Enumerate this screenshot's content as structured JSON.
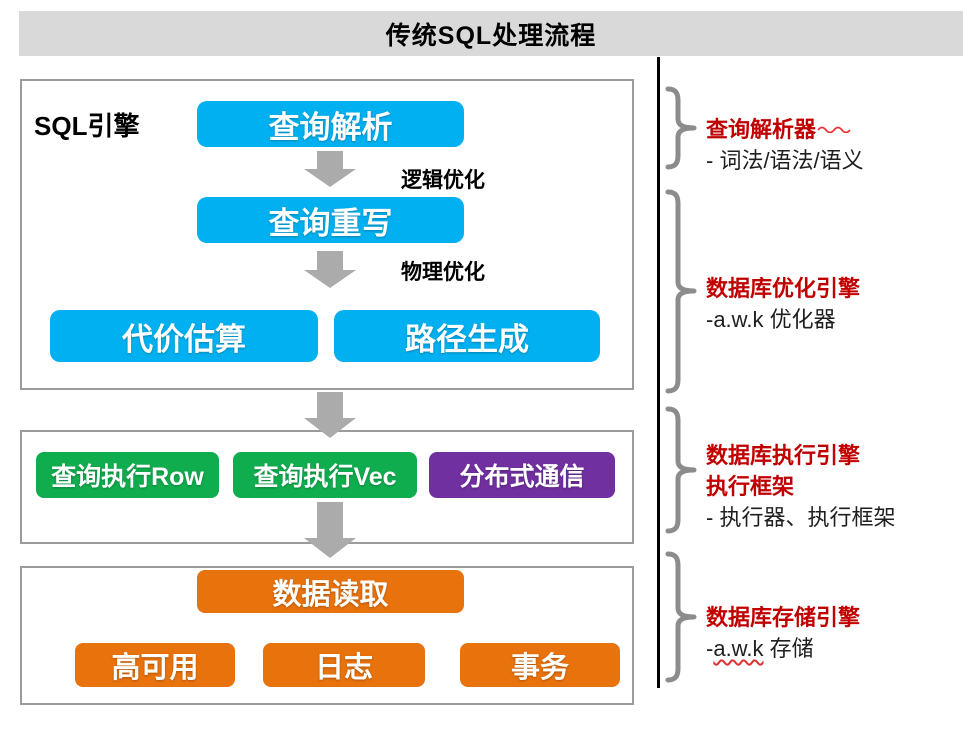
{
  "title_bar": {
    "title": "传统SQL处理流程"
  },
  "sql_engine_section": {
    "label": "SQL引擎",
    "boxes": {
      "parse": "查询解析",
      "rewrite": "查询重写",
      "cost": "代价估算",
      "path": "路径生成"
    },
    "step_labels": {
      "logical": "逻辑优化",
      "physical": "物理优化"
    }
  },
  "execution_section": {
    "boxes": {
      "row": "查询执行Row",
      "vec": "查询执行Vec",
      "dist": "分布式通信"
    }
  },
  "storage_section": {
    "boxes": {
      "read": "数据读取",
      "ha": "高可用",
      "log": "日志",
      "txn": "事务"
    }
  },
  "annotations": [
    {
      "heading": "查询解析器",
      "detail": "- 词法/语法/语义"
    },
    {
      "heading": "数据库优化引擎",
      "detail": "-a.w.k 优化器"
    },
    {
      "heading": "数据库执行引擎",
      "heading2": "执行框架",
      "detail": "- 执行器、执行框架"
    },
    {
      "heading": "数据库存储引擎",
      "detail_prefix": "-",
      "detail_wavy": "a.w.k",
      "detail_rest": " 存储"
    }
  ],
  "colors": {
    "title_bar_bg": "#D9D9D9",
    "blue": "#00B0F0",
    "green": "#10AD4E",
    "purple": "#7030A0",
    "orange": "#E8720C",
    "red_heading": "#C00000",
    "arrow_gray": "#ABABAB",
    "brace_gray": "#8C8C8C"
  }
}
